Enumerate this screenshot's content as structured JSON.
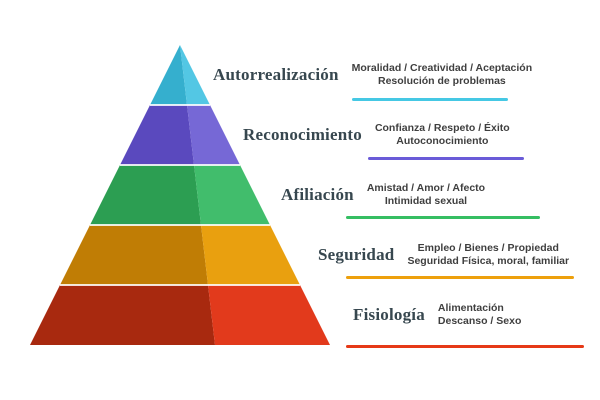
{
  "diagram": {
    "type": "pyramid",
    "subject": "Maslow hierarchy of needs (Spanish)",
    "levels": [
      {
        "name": "Autorrealización",
        "items_line1": "Moralidad / Creatividad / Aceptación",
        "items_line2": "Resolución de problemas",
        "face_light": "#53C7E4",
        "face_dark": "#35AFCE",
        "line_color": "#45C8E4"
      },
      {
        "name": "Reconocimiento",
        "items_line1": "Confianza / Respeto / Éxito",
        "items_line2": "Autoconocimiento",
        "face_light": "#7668D6",
        "face_dark": "#5A49BE",
        "line_color": "#6A5BD8"
      },
      {
        "name": "Afiliación",
        "items_line1": "Amistad / Amor / Afecto",
        "items_line2": "Intimidad sexual",
        "face_light": "#41BD6C",
        "face_dark": "#2C9E52",
        "line_color": "#35BE62"
      },
      {
        "name": "Seguridad",
        "items_line1": "Empleo / Bienes / Propiedad",
        "items_line2": "Seguridad Física, moral, familiar",
        "face_light": "#E9A00F",
        "face_dark": "#C07D05",
        "line_color": "#EDA00C"
      },
      {
        "name": "Fisiología",
        "items_line1": "Alimentación",
        "items_line2": "Descanso / Sexo",
        "face_light": "#E23A1C",
        "face_dark": "#A8290F",
        "line_color": "#E63917"
      }
    ]
  }
}
